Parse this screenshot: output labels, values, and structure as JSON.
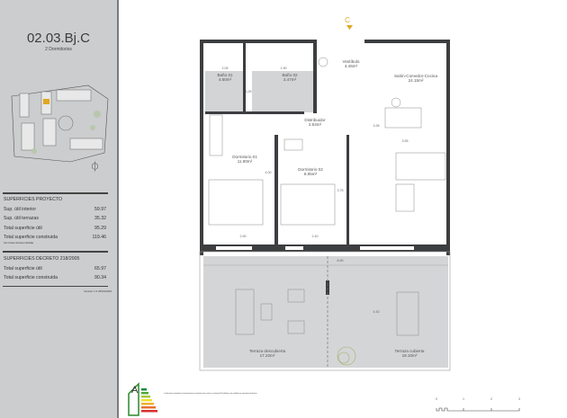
{
  "unit": {
    "code": "02.03.Bj.C",
    "subtitle": "2 Dormitorios"
  },
  "superficies_proyecto": {
    "title": "SUPERFICIES PROYECTO",
    "rows": [
      {
        "label": "Sup. útil interior",
        "value": "59.97"
      },
      {
        "label": "Sup. útil terrazas",
        "value": "35.32"
      },
      {
        "label": "Total superficie útil",
        "value": "95.29"
      },
      {
        "label": "Total superficie construida",
        "value": "119.46"
      }
    ],
    "note": "Con zonas comunes incluidas"
  },
  "superficies_decreto": {
    "title": "SUPERFICIES DECRETO 218/2005",
    "rows": [
      {
        "label": "Total superficie útil",
        "value": "65.97"
      },
      {
        "label": "Total superficie construida",
        "value": "90.34"
      }
    ]
  },
  "version": "Versión 1.0 25/03/2026",
  "entrance_marker": "C",
  "rooms": [
    {
      "name": "Baño 01",
      "area": "4.60m²"
    },
    {
      "name": "Baño 02",
      "area": "3.47m²"
    },
    {
      "name": "Vestíbulo",
      "area": "4.46m²"
    },
    {
      "name": "Salón-Comedor-Cocina",
      "area": "24.15m²"
    },
    {
      "name": "Distribuidor",
      "area": "2.54m²"
    },
    {
      "name": "Dormitorio 01",
      "area": "11.90m²"
    },
    {
      "name": "Dormitorio 02",
      "area": "8.85m²"
    },
    {
      "name": "Terraza descubierta",
      "area": "17.22m²"
    },
    {
      "name": "Terraza cubierta",
      "area": "18.10m²"
    }
  ],
  "dimensions": [
    "2.05",
    "1.90",
    "3.25",
    "3.28",
    "3.55",
    "4.00",
    "3.75",
    "2.90",
    "2.40",
    "8.65",
    "4.30"
  ],
  "energy_label": "A",
  "legal_text": "La información contenida en el presente plano es orientativa y de carácter no contractual. El mobiliario y los acabados son meramente decorativos.",
  "scale": [
    "0",
    "1",
    "2",
    "3"
  ],
  "colors": {
    "sidebar": "#cbcdce",
    "wet_rooms": "#d3d4d6",
    "terrace": "#d4d5d7",
    "wall": "#3c3e40",
    "marker": "#e0a820"
  }
}
